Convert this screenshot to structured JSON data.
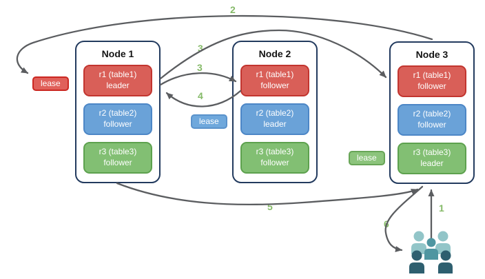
{
  "diagram_title": "",
  "nodes": [
    {
      "title": "Node 1",
      "replicas": [
        {
          "range": "r1 (table1)",
          "role": "leader",
          "color": "red"
        },
        {
          "range": "r2 (table2)",
          "role": "follower",
          "color": "blue"
        },
        {
          "range": "r3 (table3)",
          "role": "follower",
          "color": "green"
        }
      ]
    },
    {
      "title": "Node 2",
      "replicas": [
        {
          "range": "r1 (table1)",
          "role": "follower",
          "color": "red"
        },
        {
          "range": "r2 (table2)",
          "role": "leader",
          "color": "blue"
        },
        {
          "range": "r3 (table3)",
          "role": "follower",
          "color": "green"
        }
      ]
    },
    {
      "title": "Node 3",
      "replicas": [
        {
          "range": "r1 (table1)",
          "role": "follower",
          "color": "red"
        },
        {
          "range": "r2 (table2)",
          "role": "follower",
          "color": "blue"
        },
        {
          "range": "r3 (table3)",
          "role": "leader",
          "color": "green"
        }
      ]
    }
  ],
  "leases": [
    {
      "label": "lease",
      "color": "red"
    },
    {
      "label": "lease",
      "color": "blue"
    },
    {
      "label": "lease",
      "color": "green"
    }
  ],
  "steps": [
    {
      "label": "1"
    },
    {
      "label": "2"
    },
    {
      "label": "3"
    },
    {
      "label": "3"
    },
    {
      "label": "4"
    },
    {
      "label": "5"
    },
    {
      "label": "6"
    }
  ],
  "icons": {
    "users_group": "users-group-icon"
  },
  "colors": {
    "replica_red": "#d95f58",
    "replica_blue": "#6aa2d8",
    "replica_green": "#82bf73",
    "node_border": "#223a5e",
    "arrow_gray": "#5b5d60",
    "step_green": "#85ba68",
    "users_light_teal": "#92c5c8",
    "users_mid_teal": "#4f96a1",
    "users_dark_teal": "#2e5f6f"
  }
}
